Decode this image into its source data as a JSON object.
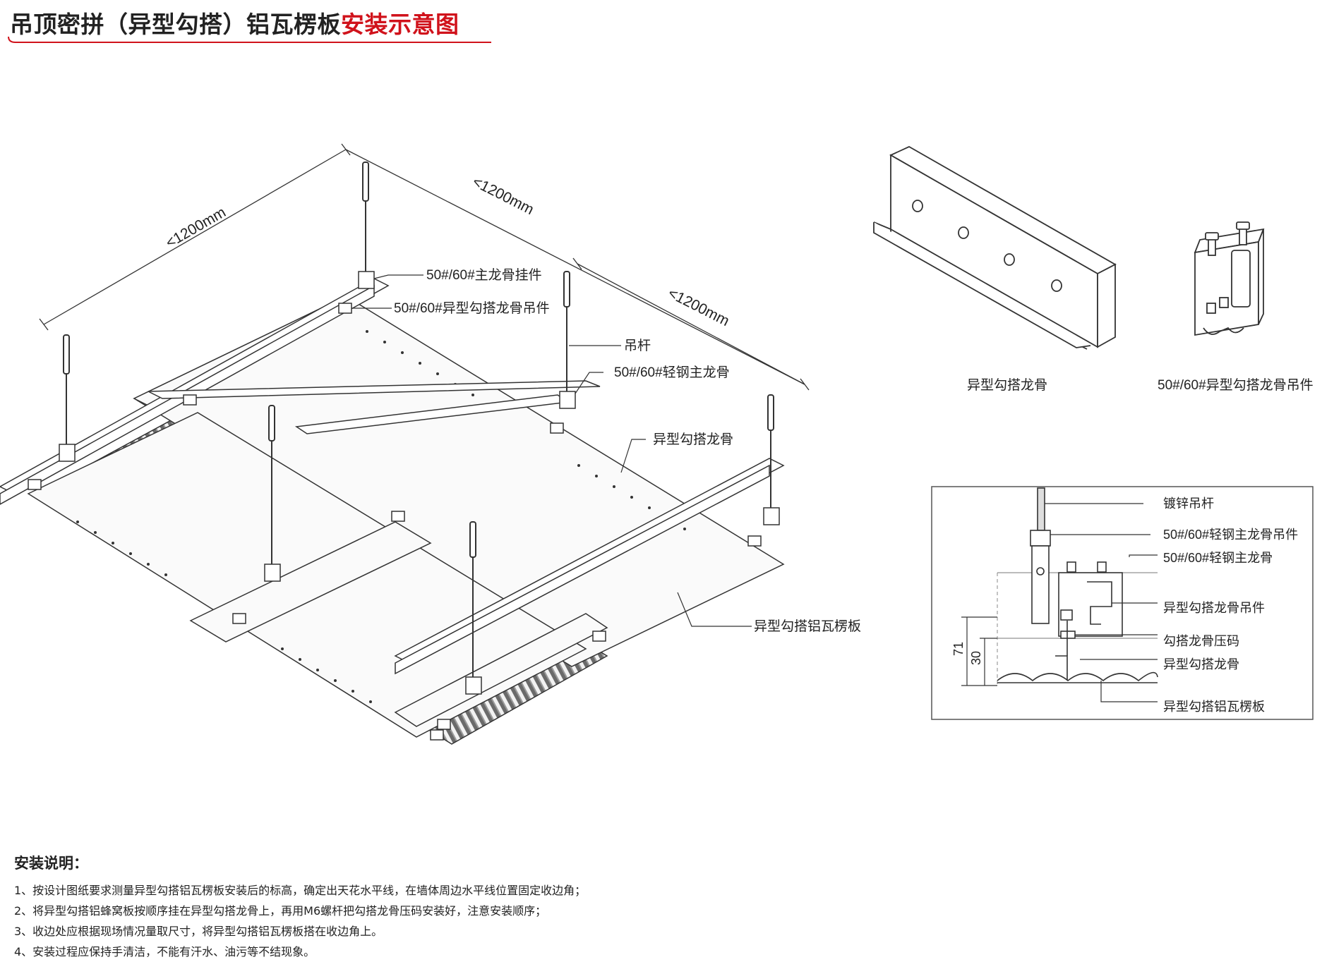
{
  "title": {
    "prefix": "吊顶密拼（异型勾搭）铝瓦楞板",
    "suffix": "安装示意图"
  },
  "iso": {
    "dim_left": "<1200mm",
    "dim_mid": "<1200mm",
    "dim_right": "<1200mm",
    "label_main_hanger": "50#/60#主龙骨挂件",
    "label_hook_hanger": "50#/60#异型勾搭龙骨吊件",
    "label_rod": "吊杆",
    "label_main_keel": "50#/60#轻钢主龙骨",
    "label_hook_keel": "异型勾搭龙骨",
    "label_panel": "异型勾搭铝瓦楞板"
  },
  "parts": {
    "keel_caption": "异型勾搭龙骨",
    "hanger_caption": "50#/60#异型勾搭龙骨吊件"
  },
  "section": {
    "labels": [
      "镀锌吊杆",
      "50#/60#轻钢主龙骨吊件",
      "50#/60#轻钢主龙骨",
      "异型勾搭龙骨吊件",
      "勾搭龙骨压码",
      "异型勾搭龙骨",
      "异型勾搭铝瓦楞板"
    ],
    "dim_total": "71",
    "dim_inner": "30"
  },
  "notes": {
    "title": "安装说明：",
    "items": [
      "1、按设计图纸要求测量异型勾搭铝瓦楞板安装后的标高，确定出天花水平线，在墙体周边水平线位置固定收边角；",
      "2、将异型勾搭铝蜂窝板按顺序挂在异型勾搭龙骨上，再用M6螺杆把勾搭龙骨压码安装好，注意安装顺序；",
      "3、收边处应根据现场情况量取尺寸，将异型勾搭铝瓦楞板搭在收边角上。",
      "4、安装过程应保持手清洁，不能有汗水、油污等不结现象。"
    ]
  }
}
